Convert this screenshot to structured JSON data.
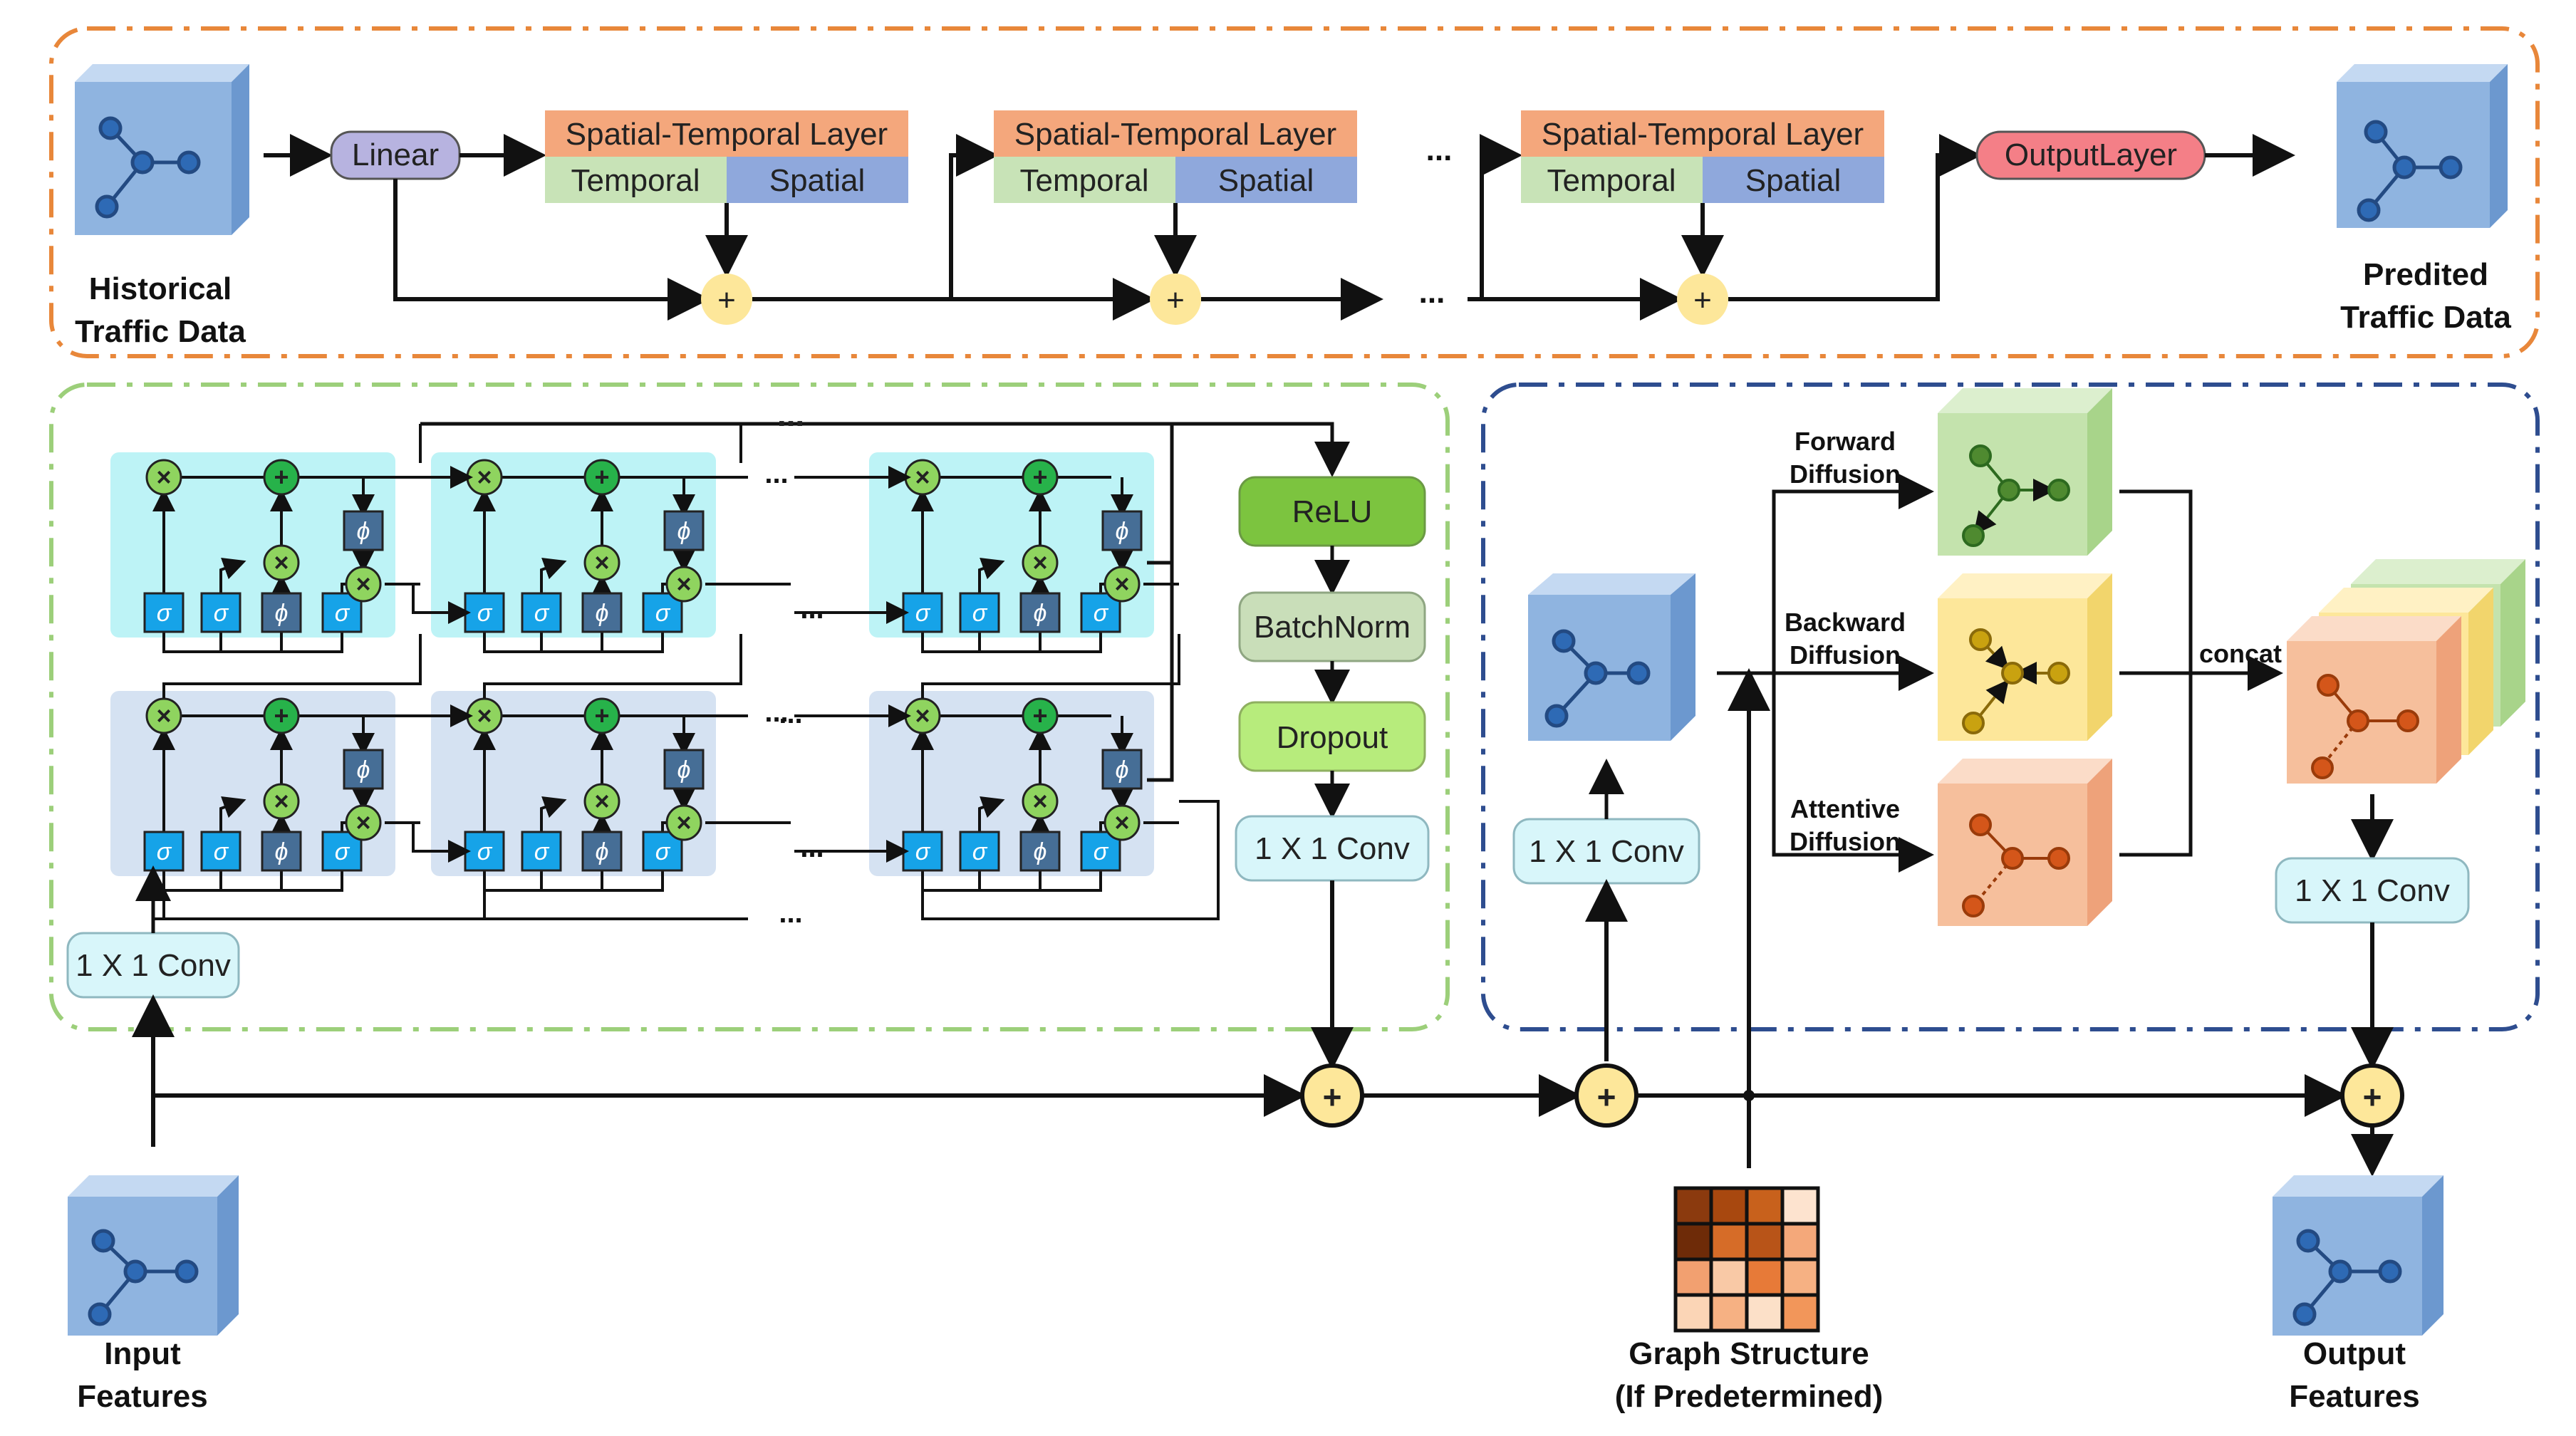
{
  "top_pipeline": {
    "input_label_line1": "Historical",
    "input_label_line2": "Traffic Data",
    "linear_label": "Linear",
    "layer_title": "Spatial-Temporal Layer",
    "temporal_label": "Temporal",
    "spatial_label": "Spatial",
    "ellipsis": "...",
    "output_layer_label": "OutputLayer",
    "output_label_line1": "Predited",
    "output_label_line2": "Traffic Data",
    "plus_symbol": "+"
  },
  "temporal_block": {
    "sigma": "σ",
    "phi": "ϕ",
    "times": "×",
    "plus": "+",
    "ellipsis": "...",
    "input_conv_label": "1 X 1 Conv",
    "relu_label": "ReLU",
    "batchnorm_label": "BatchNorm",
    "dropout_label": "Dropout",
    "output_conv_label": "1 X 1 Conv"
  },
  "spatial_block": {
    "input_conv_label": "1 X 1 Conv",
    "forward_line1": "Forward",
    "forward_line2": "Diffusion",
    "backward_line1": "Backward",
    "backward_line2": "Diffusion",
    "attentive_line1": "Attentive",
    "attentive_line2": "Diffusion",
    "concat_label": "concat",
    "output_conv_label": "1 X 1 Conv"
  },
  "bottom": {
    "input_line1": "Input",
    "input_line2": "Features",
    "graph_line1": "Graph Structure",
    "graph_line2": "(If Predetermined)",
    "output_line1": "Output",
    "output_line2": "Features",
    "sum_symbol": "+"
  },
  "colors": {
    "orange_dash": "#e8873a",
    "green_dash": "#9ccf7a",
    "blue_dash": "#2e4d8f",
    "cube_blue": "#8fb4e0",
    "layer_header": "#f4a77c",
    "temporal_fill": "#c8e3b7",
    "spatial_fill": "#8fa8dc",
    "linear_fill": "#b7b3e0",
    "output_layer_fill": "#f47f87",
    "sum_fill": "#fde79a",
    "relu_fill": "#7cc43f",
    "batchnorm_fill": "#c9deb9",
    "dropout_fill": "#b7ec7c",
    "conv_fill": "#d8f6fa",
    "cell_cyan": "#bdf3f6",
    "cell_blue": "#d5e2f2",
    "sigma_fill": "#16a3e8",
    "phi_fill": "#466e96",
    "gate_green": "#8fd45f",
    "gate_dark_green": "#27b24a"
  }
}
